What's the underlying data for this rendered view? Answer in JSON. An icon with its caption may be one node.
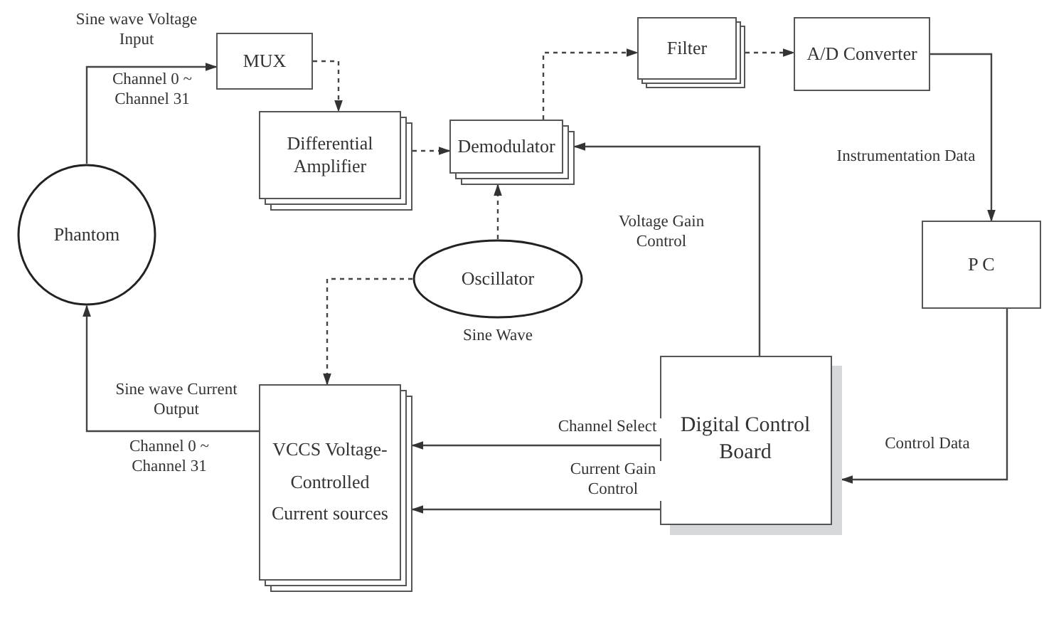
{
  "diagram": {
    "nodes": [
      {
        "text": [
          "Phantom"
        ]
      },
      {
        "text": [
          "MUX"
        ]
      },
      {
        "text": [
          "Differential Amplifier"
        ]
      },
      {
        "text": [
          "Demodulator"
        ]
      },
      {
        "text": [
          "Filter"
        ]
      },
      {
        "text": [
          "A/D Converter"
        ]
      },
      {
        "text": [
          "P C"
        ]
      },
      {
        "text": [
          "Oscillator"
        ],
        "beside": [
          "Sine Wave"
        ]
      },
      {
        "text": [
          "VCCS Voltage-Controlled Current sources"
        ]
      },
      {
        "text": [
          "Digital Control Board"
        ]
      }
    ],
    "edges": [
      {
        "from": 0,
        "to": 1,
        "arrow": "to",
        "label": "Sine wave Voltage Input"
      },
      {
        "from": 1,
        "to": 2,
        "arrow": "to",
        "style": "dashed"
      },
      {
        "from": 2,
        "to": 3,
        "arrow": "to",
        "style": "dashed"
      },
      {
        "from": 3,
        "to": 4,
        "arrow": "to",
        "style": "dashed"
      },
      {
        "from": 4,
        "to": 5,
        "arrow": "to",
        "style": "dashed"
      },
      {
        "from": 5,
        "to": 6,
        "arrow": "to",
        "label": "Instrumentation Data"
      },
      {
        "from": 6,
        "to": 9,
        "arrow": "to",
        "label": "Control Data"
      },
      {
        "from": 9,
        "to": 3,
        "arrow": "to",
        "label": "Voltage Gain Control"
      },
      {
        "from": 7,
        "to": 3,
        "arrow": "to",
        "style": "dashed"
      },
      {
        "from": 7,
        "to": 8,
        "arrow": "to",
        "style": "dashed"
      },
      {
        "from": 9,
        "to": 8,
        "arrow": "to",
        "label": "Channel Select"
      },
      {
        "from": 9,
        "to": 8,
        "arrow": "to",
        "label": "Current Gain Control"
      },
      {
        "from": 8,
        "to": 0,
        "arrow": "to",
        "label": "Sine wave Current Output"
      }
    ],
    "labels": [
      "Channel 0 ~ Channel 31",
      "Channel 0 ~ Channel 31"
    ]
  }
}
